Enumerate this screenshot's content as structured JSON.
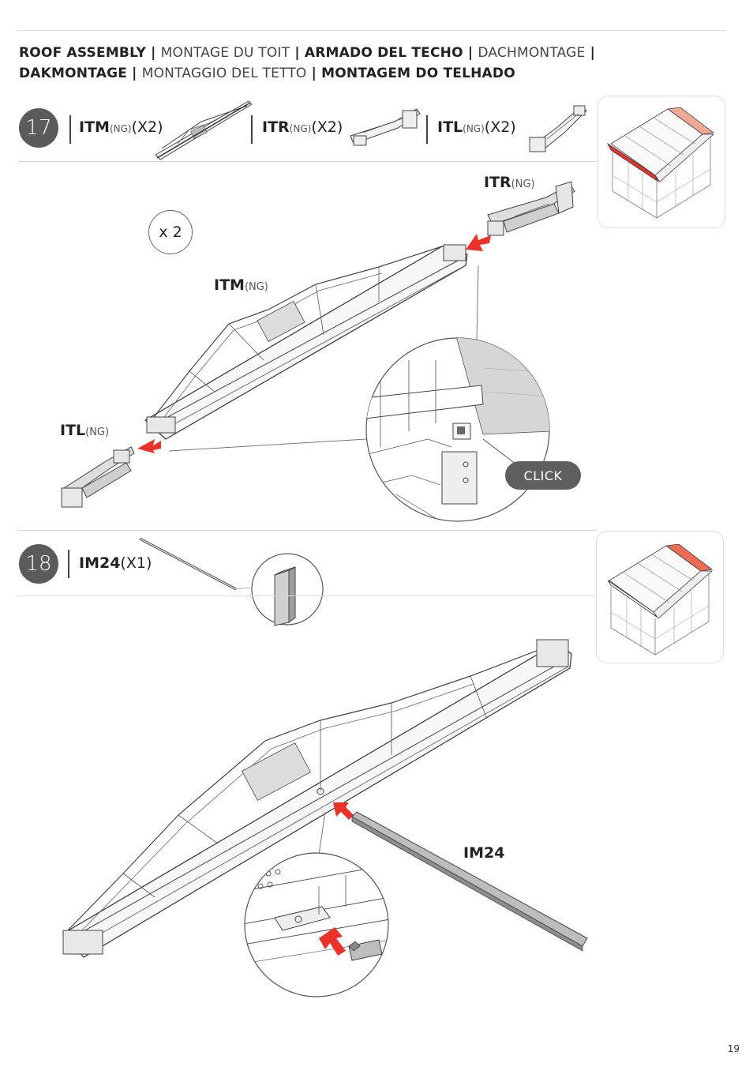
{
  "header": {
    "segments": [
      {
        "text": "ROOF ASSEMBLY",
        "bold": true
      },
      {
        "text": " | ",
        "bold": true
      },
      {
        "text": "MONTAGE DU TOIT",
        "bold": false
      },
      {
        "text": " | ",
        "bold": true
      },
      {
        "text": "ARMADO DEL TECHO",
        "bold": true
      },
      {
        "text": " | ",
        "bold": true
      },
      {
        "text": "DACHMONTAGE",
        "bold": false
      },
      {
        "text": " |",
        "bold": true
      },
      {
        "text": "DAKMONTAGE",
        "bold": true
      },
      {
        "text": " | ",
        "bold": true
      },
      {
        "text": "MONTAGGIO DEL TETTO",
        "bold": false
      },
      {
        "text": " | ",
        "bold": true
      },
      {
        "text": "MONTAGEM DO TELHADO",
        "bold": true
      }
    ]
  },
  "step17": {
    "number": "17",
    "parts": [
      {
        "code": "ITM",
        "variant": "(NG)",
        "qty": "(X2)"
      },
      {
        "code": "ITR",
        "variant": "(NG)",
        "qty": "(X2)"
      },
      {
        "code": "ITL",
        "variant": "(NG)",
        "qty": "(X2)"
      }
    ],
    "labels": {
      "itr": {
        "code": "ITR",
        "variant": "(NG)"
      },
      "itm": {
        "code": "ITM",
        "variant": "(NG)"
      },
      "itl": {
        "code": "ITL",
        "variant": "(NG)"
      }
    },
    "multiplier": "x 2",
    "click_label": "CLICK",
    "highlight_color": "#e8322a"
  },
  "step18": {
    "number": "18",
    "parts": [
      {
        "code": "IM24",
        "qty": "(X1)"
      }
    ],
    "labels": {
      "im24": "IM24"
    },
    "highlight_color": "#ec6b55"
  },
  "arrow_color": "#e8322a",
  "page_number": "19"
}
